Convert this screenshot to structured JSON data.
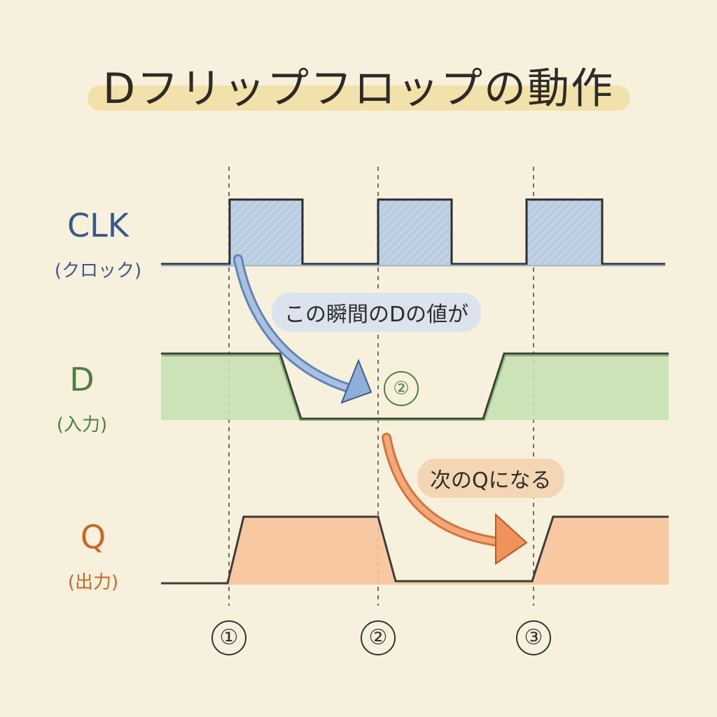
{
  "title": "Dフリップフロップの動作",
  "signals": [
    {
      "name": "CLK",
      "sub": "(クロック)",
      "color": "#3a5a85"
    },
    {
      "name": "D",
      "sub": "(入力)",
      "color": "#4d7f3e"
    },
    {
      "name": "Q",
      "sub": "(出力)",
      "color": "#c8672a"
    }
  ],
  "annotations": {
    "sample_note": "この瞬間のDの値が",
    "result_note": "次のQになる",
    "d_marker": "②"
  },
  "timepoints": [
    "①",
    "②",
    "③"
  ],
  "colors": {
    "background": "#f7f0dc",
    "clk_fill": "#b9cde2",
    "d_fill": "#c6e0b2",
    "q_fill": "#f6c39a"
  }
}
